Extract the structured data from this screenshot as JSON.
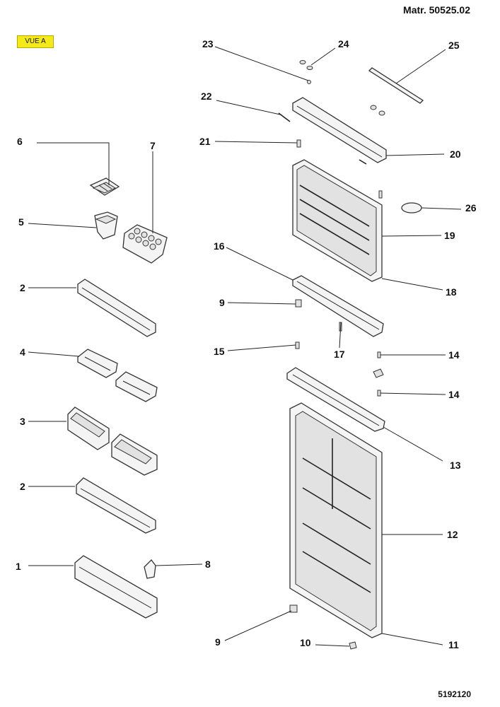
{
  "header": {
    "reference": "Matr. 50525.02"
  },
  "view_badge": "VUE A",
  "footer": {
    "drawing_number": "5192120"
  },
  "callouts": [
    "1",
    "2",
    "2",
    "3",
    "4",
    "5",
    "6",
    "7",
    "8",
    "9",
    "9",
    "10",
    "11",
    "12",
    "13",
    "14",
    "14",
    "15",
    "16",
    "17",
    "18",
    "19",
    "20",
    "21",
    "22",
    "23",
    "24",
    "25",
    "26"
  ]
}
